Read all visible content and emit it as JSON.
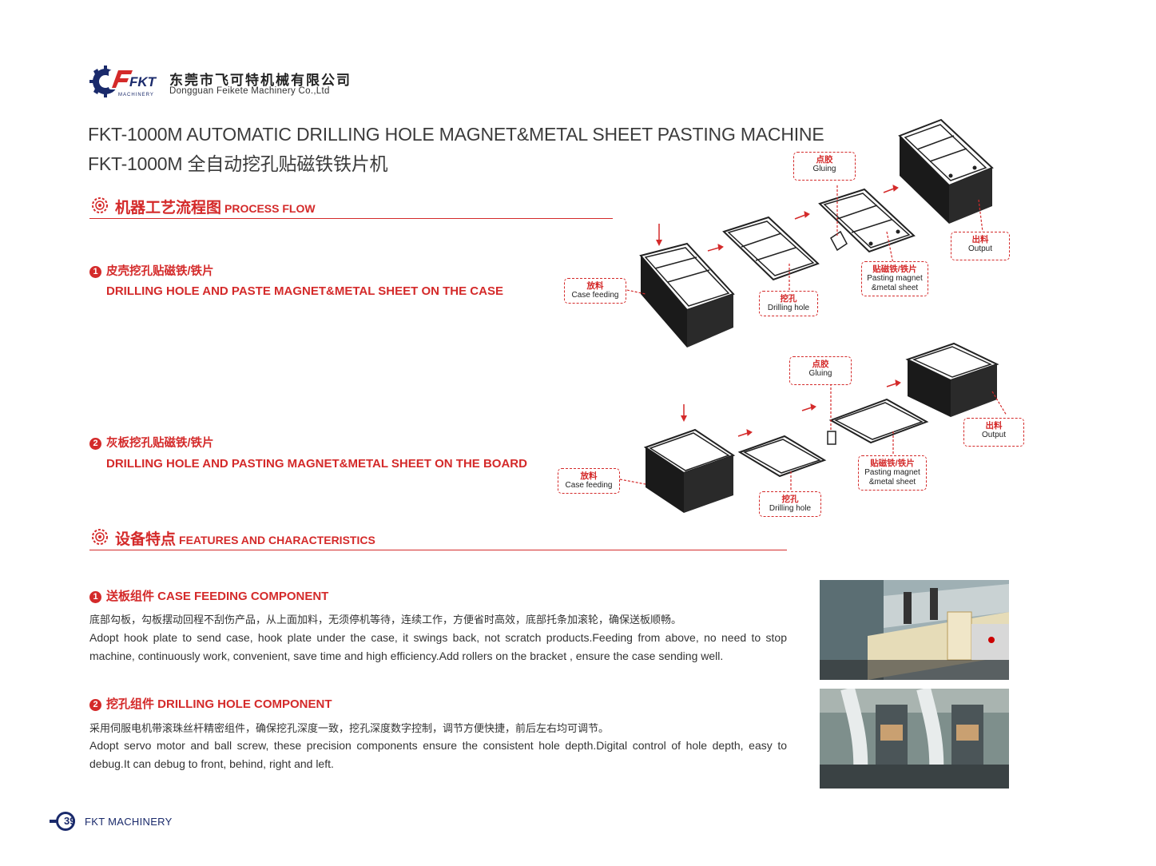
{
  "header": {
    "logo_text": "FKT",
    "logo_sub": "MACHINERY",
    "company_cn": "东莞市飞可特机械有限公司",
    "company_en": "Dongguan Feikete Machinery Co.,Ltd"
  },
  "title": {
    "line1": "FKT-1000M AUTOMATIC DRILLING HOLE MAGNET&METAL SHEET PASTING MACHINE",
    "line2": "FKT-1000M 全自动挖孔贴磁铁铁片机"
  },
  "process_flow": {
    "heading_cn": "机器工艺流程图",
    "heading_en": "PROCESS FLOW",
    "steps": [
      {
        "num": "1",
        "cn": "皮壳挖孔贴磁铁/铁片",
        "en": "DRILLING HOLE AND PASTE MAGNET&METAL SHEET ON THE CASE"
      },
      {
        "num": "2",
        "cn": "灰板挖孔贴磁铁/铁片",
        "en": "DRILLING HOLE AND PASTING MAGNET&METAL SHEET ON THE BOARD"
      }
    ],
    "labels": {
      "case_feeding_cn": "放料",
      "case_feeding_en": "Case feeding",
      "drilling_cn": "挖孔",
      "drilling_en": "Drilling hole",
      "gluing_cn": "点胶",
      "gluing_en": "Gluing",
      "pasting_cn": "贴磁铁/铁片",
      "pasting_en1": "Pasting magnet",
      "pasting_en2": "&metal sheet",
      "output_cn": "出料",
      "output_en": "Output"
    }
  },
  "features": {
    "heading_cn": "设备特点",
    "heading_en": "FEATURES AND CHARACTERISTICS",
    "items": [
      {
        "num": "1",
        "title": "送板组件 CASE FEEDING COMPONENT",
        "cn": "底部勾板，勾板摆动回程不刮伤产品，从上面加料，无须停机等待，连续工作，方便省时高效，底部托条加滚轮，确保送板顺畅。",
        "en": "Adopt hook plate to send case, hook plate under the case, it swings back, not scratch products.Feeding from above, no need to stop machine, continuously work, convenient, save time and high efficiency.Add rollers on the bracket , ensure the case sending well."
      },
      {
        "num": "2",
        "title": "挖孔组件 DRILLING HOLE COMPONENT",
        "cn": "采用伺服电机带滚珠丝杆精密组件，确保挖孔深度一致，挖孔深度数字控制，调节方便快捷，前后左右均可调节。",
        "en": "Adopt servo motor and ball screw, these precision components ensure the consistent hole depth.Digital control of hole depth, easy to debug.It can debug to front, behind, right and left."
      }
    ]
  },
  "footer": {
    "page_number": "39",
    "brand": "FKT MACHINERY"
  }
}
